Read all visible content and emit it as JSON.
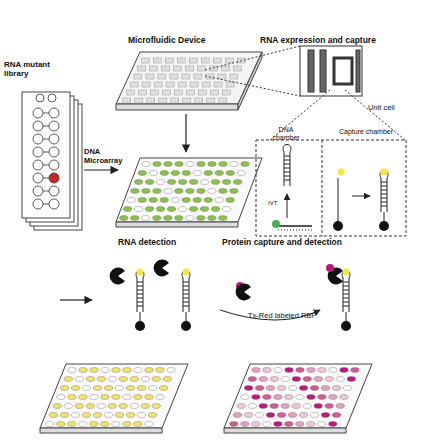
{
  "diagram": {
    "labels": [
      "Microfluidic Device",
      "RNA expression and capture",
      "RNA mutant library",
      "DNA Microarray",
      "Unit cell",
      "DNA chamber",
      "Capture chamber",
      "IVT",
      "RNA detection",
      "Protein capture and detection",
      "Tx-Red labeled RBP"
    ]
  }
}
